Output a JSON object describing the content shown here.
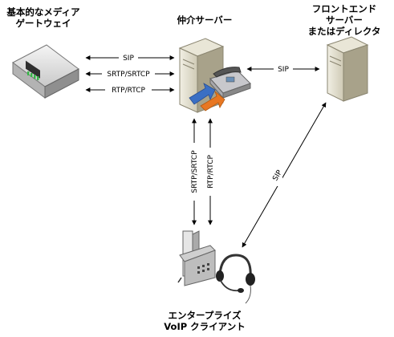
{
  "nodes": {
    "gateway": {
      "label_line1": "基本的なメディア",
      "label_line2": "ゲートウェイ",
      "icon": "media-gateway-icon"
    },
    "mediation": {
      "label": "仲介サーバー",
      "icon": "mediation-server-icon"
    },
    "frontend": {
      "label_line1": "フロントエンド",
      "label_line2": "サーバー",
      "label_line3": "またはディレクタ",
      "icon": "server-tower-icon"
    },
    "client": {
      "label_line1": "エンタープライズ",
      "label_line2": "VoIP クライアント",
      "icon": "ip-phone-headset-icon"
    }
  },
  "connections": {
    "gw_med_sip": "SIP",
    "gw_med_srtp": "SRTP/SRTCP",
    "gw_med_rtp": "RTP/RTCP",
    "med_fe_sip": "SIP",
    "med_client_srtp": "SRTP/SRTCP",
    "med_client_rtp": "RTP/RTCP",
    "fe_client_sip": "SIP"
  },
  "colors": {
    "server_body": "#d9d6c6",
    "server_side": "#9f9a84",
    "gateway_body": "#dcdcdc",
    "gateway_led": "#39b54a",
    "arrow_blue": "#3a6fc4",
    "arrow_orange": "#e87722"
  }
}
